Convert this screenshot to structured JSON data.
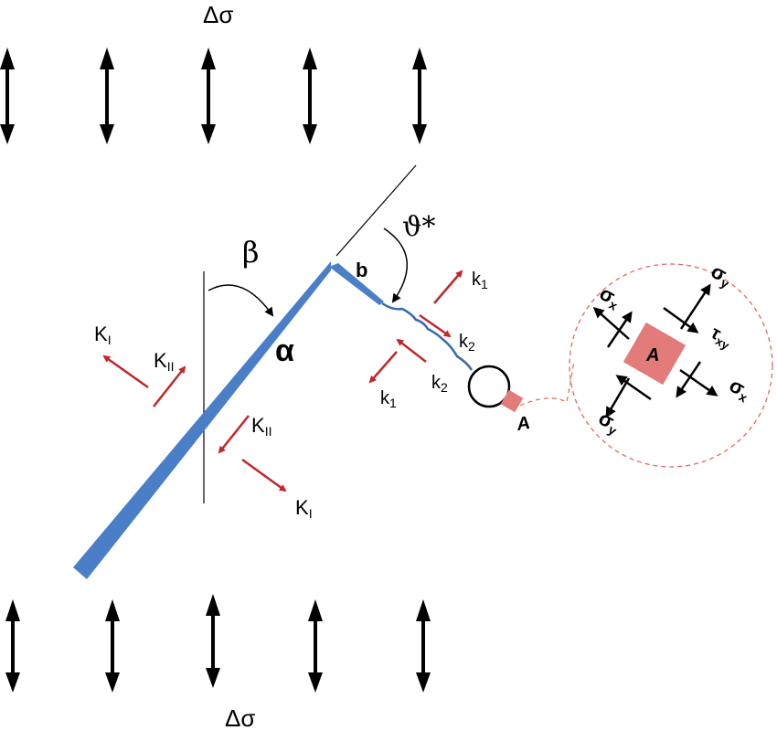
{
  "labels": {
    "stress_top": "Δσ",
    "stress_bottom": "Δσ",
    "beta": "β",
    "alpha": "α",
    "theta_star": "ϑ*",
    "b": "b",
    "KI_left": "K",
    "KI_left_sub": "I",
    "KII_left": "K",
    "KII_left_sub": "II",
    "KII_lower": "K",
    "KII_lower_sub": "II",
    "KI_lower": "K",
    "KI_lower_sub": "I",
    "k1_upper": "k",
    "k1_upper_sub": "1",
    "k2_upper": "k",
    "k2_upper_sub": "2",
    "k2_lower": "k",
    "k2_lower_sub": "2",
    "k1_lower": "k",
    "k1_lower_sub": "1",
    "point_A": "A",
    "element_A": "A",
    "sigma_y_top": "σ",
    "sigma_y_top_sub": "y",
    "sigma_x_left": "σ",
    "sigma_x_left_sub": "x",
    "tau_xy": "τ",
    "tau_xy_sub": "xy",
    "sigma_x_right": "σ",
    "sigma_x_right_sub": "x",
    "sigma_y_bottom": "σ",
    "sigma_y_bottom_sub": "y"
  },
  "colors": {
    "crack": "#4a7fc8",
    "k_arrow": "#c0282b",
    "element_fill": "#e37b7b",
    "callout_circle": "#e06a5a",
    "stress_arrow": "#000000"
  }
}
